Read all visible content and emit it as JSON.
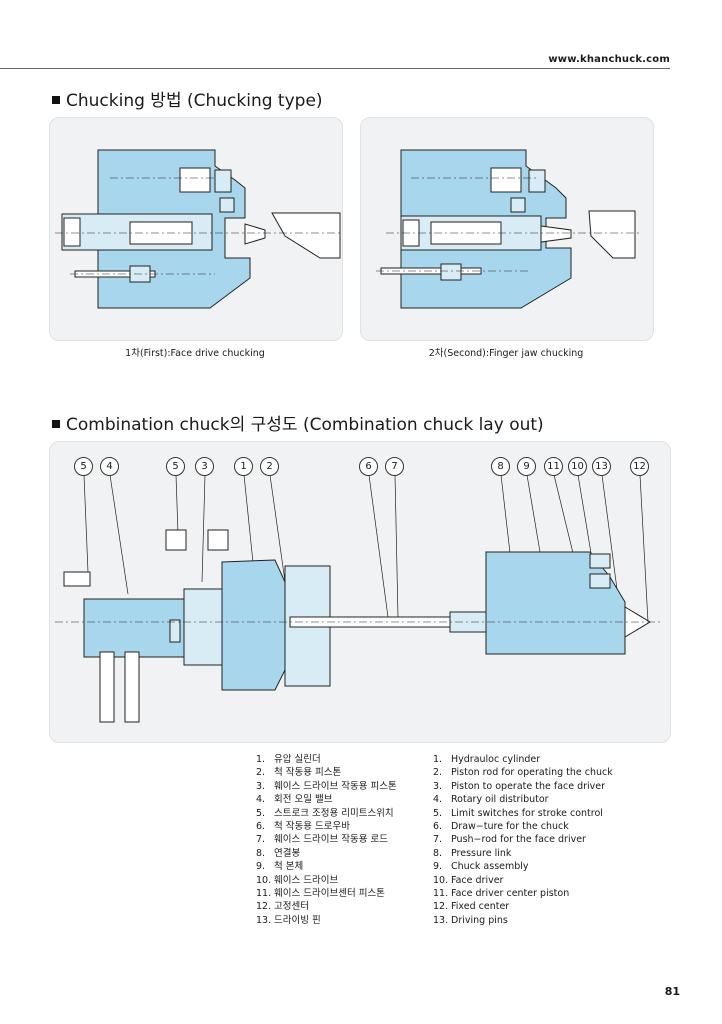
{
  "header": {
    "url": "www.khanchuck.com"
  },
  "section1": {
    "title": "Chucking 방법 (Chucking type)",
    "captions": [
      "1차(First):Face drive chucking",
      "2차(Second):Finger jaw chucking"
    ]
  },
  "section2": {
    "title": "Combination chuck의 구성도 (Combination chuck lay out)",
    "callouts": [
      "5",
      "4",
      "5",
      "3",
      "1",
      "2",
      "6",
      "7",
      "8",
      "9",
      "11",
      "10",
      "13",
      "12"
    ]
  },
  "parts": {
    "korean": [
      {
        "num": "1.",
        "label": "유압 실린더"
      },
      {
        "num": "2.",
        "label": "척 작동용 피스톤"
      },
      {
        "num": "3.",
        "label": "훼이스 드라이브 작동용 피스톤"
      },
      {
        "num": "4.",
        "label": "회전 오일 밸브"
      },
      {
        "num": "5.",
        "label": "스트로크 조정용 리미트스위치"
      },
      {
        "num": "6.",
        "label": "척 작동용 드로우바"
      },
      {
        "num": "7.",
        "label": "훼이스 드라이브 작동용 로드"
      },
      {
        "num": "8.",
        "label": "연결봉"
      },
      {
        "num": "9.",
        "label": "척 본체"
      },
      {
        "num": "10.",
        "label": "훼이스 드라이브"
      },
      {
        "num": "11.",
        "label": "훼이스 드라이브센터 피스톤"
      },
      {
        "num": "12.",
        "label": "고정센터"
      },
      {
        "num": "13.",
        "label": "드라이빙 핀"
      }
    ],
    "english": [
      {
        "num": "1.",
        "label": "Hydrauloc cylinder"
      },
      {
        "num": "2.",
        "label": "Piston rod for operating the chuck"
      },
      {
        "num": "3.",
        "label": "Piston to operate the face driver"
      },
      {
        "num": "4.",
        "label": "Rotary oil distributor"
      },
      {
        "num": "5.",
        "label": "Limit switches for stroke control"
      },
      {
        "num": "6.",
        "label": "Draw−ture for the chuck"
      },
      {
        "num": "7.",
        "label": "Push−rod for the face driver"
      },
      {
        "num": "8.",
        "label": "Pressure link"
      },
      {
        "num": "9.",
        "label": "Chuck assembly"
      },
      {
        "num": "10.",
        "label": "Face driver"
      },
      {
        "num": "11.",
        "label": "Face driver center piston"
      },
      {
        "num": "12.",
        "label": "Fixed center"
      },
      {
        "num": "13.",
        "label": "Driving pins"
      }
    ]
  },
  "page_number": "81",
  "colors": {
    "part_fill": "#a8d6ec",
    "panel_bg": "#f0f2f3",
    "outline": "#222222"
  }
}
